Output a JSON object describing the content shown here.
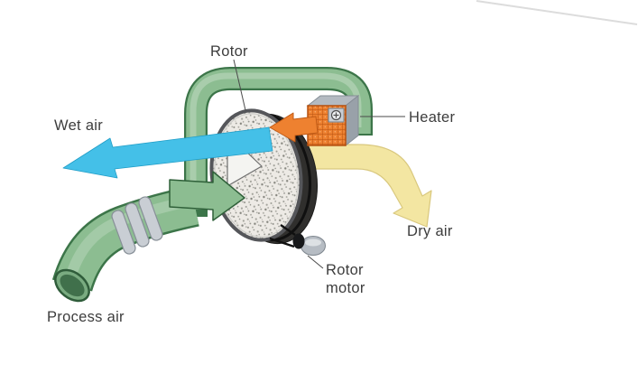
{
  "diagram": {
    "labels": {
      "rotor": "Rotor",
      "wet_air": "Wet air",
      "heater": "Heater",
      "dry_air": "Dry air",
      "rotor_motor_line1": "Rotor",
      "rotor_motor_line2": "motor",
      "process_air": "Process air"
    },
    "colors": {
      "pipe_green": "#8cbd91",
      "pipe_green_dark": "#3c7549",
      "wet_air_blue": "#44c0e8",
      "dry_air_yellow": "#f3e6a2",
      "dry_air_yellow_edge": "#d9c87e",
      "reactivation_orange": "#ee8130",
      "metal_gray": "#c9ced4",
      "rim_dark": "#302f2d",
      "text": "#3d3d3d"
    }
  }
}
